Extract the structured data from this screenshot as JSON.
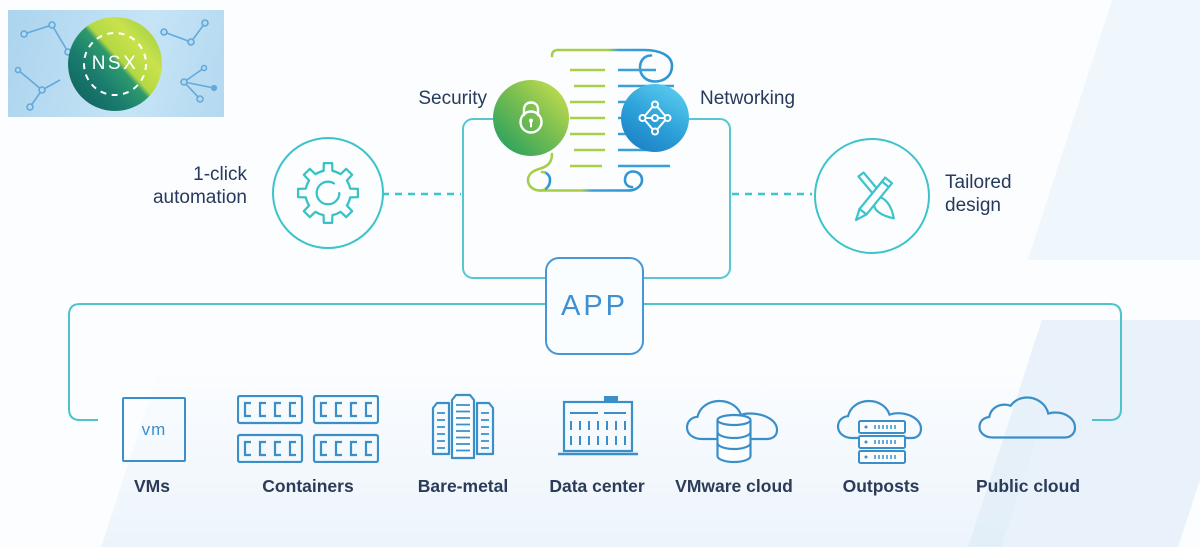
{
  "logo": {
    "text": "NSX"
  },
  "header": {
    "security": "Security",
    "networking": "Networking"
  },
  "features": {
    "automation": {
      "line1": "1-click",
      "line2": "automation"
    },
    "design": {
      "line1": "Tailored",
      "line2": "design"
    }
  },
  "app": {
    "label": "APP"
  },
  "platforms": [
    {
      "label": "VMs",
      "badge": "vm"
    },
    {
      "label": "Containers"
    },
    {
      "label": "Bare-metal"
    },
    {
      "label": "Data center"
    },
    {
      "label": "VMware cloud"
    },
    {
      "label": "Outposts"
    },
    {
      "label": "Public cloud"
    }
  ],
  "colors": {
    "teal_line": "#43c2cc",
    "blue_icon": "#3a8fc9",
    "navy_text": "#2b3b58",
    "app_blue": "#3f90d2",
    "scroll_green": "#a6ce48",
    "scroll_blue": "#3b9fd8",
    "security_gradient": [
      "#cbe04e",
      "#28a05e"
    ],
    "networking_gradient": [
      "#5bcdef",
      "#1b7ec2"
    ],
    "nsx_circle_gradient": [
      "#0d5a5c",
      "#c9e24d"
    ],
    "logo_background": "#b6daf0"
  }
}
